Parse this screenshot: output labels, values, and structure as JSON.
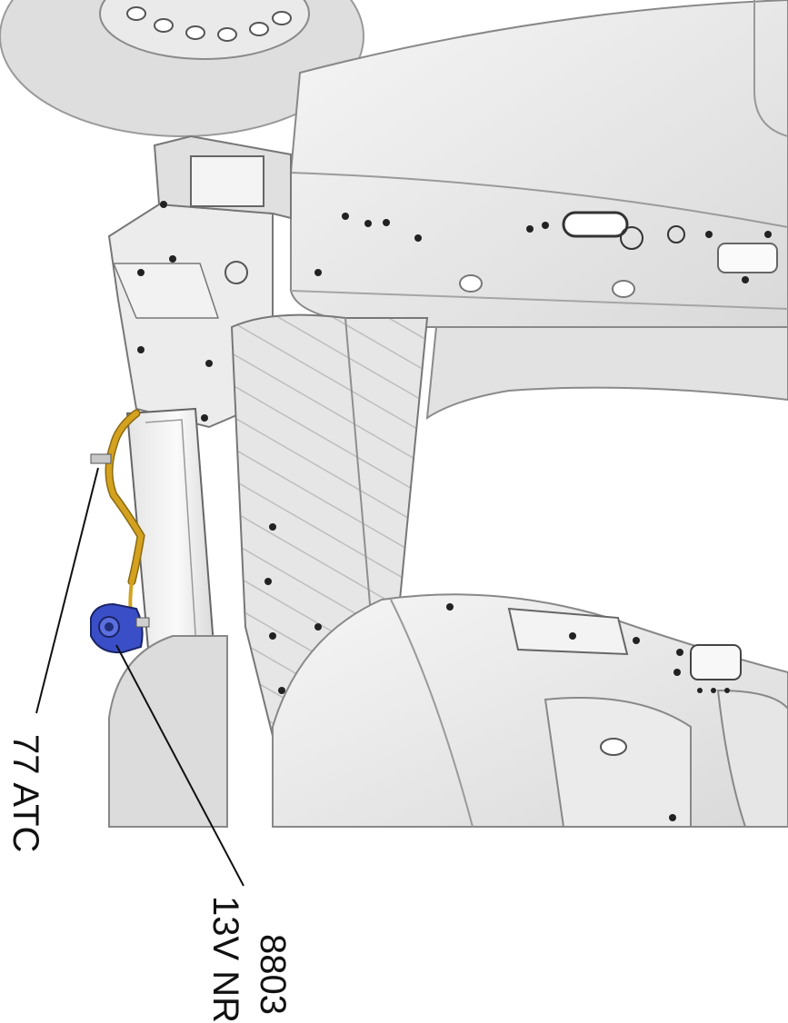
{
  "callouts": {
    "atc": "77 ATC",
    "connector_number": "8803",
    "connector_location": "13V NR"
  },
  "colors": {
    "harness": "#d4a21f",
    "connector": "#3a4fc7",
    "body_panel": "#eeeeee"
  }
}
